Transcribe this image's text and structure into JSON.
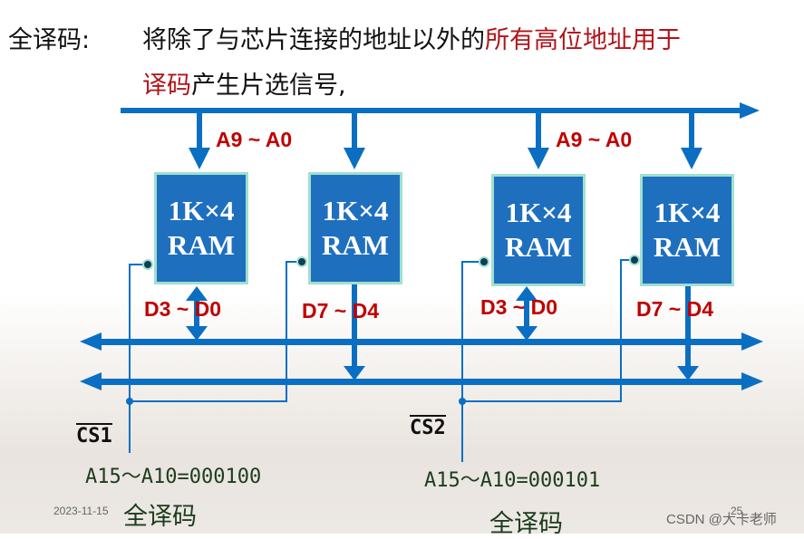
{
  "heading": {
    "label": "全译码:",
    "line1_normal": "将除了与芯片连接的地址以外的",
    "line1_highlight": "所有高位地址用于",
    "line2_highlight": "译码",
    "line2_normal": "产生片选信号,"
  },
  "address_bus_label_left": "A9 ~ A0",
  "address_bus_label_right": "A9 ~ A0",
  "chips": [
    {
      "line1": "1K×4",
      "line2": "RAM",
      "data_label": "D3 ~ D0"
    },
    {
      "line1": "1K×4",
      "line2": "RAM",
      "data_label": "D7 ~ D4"
    },
    {
      "line1": "1K×4",
      "line2": "RAM",
      "data_label": "D3 ~ D0"
    },
    {
      "line1": "1K×4",
      "line2": "RAM",
      "data_label": "D7 ~ D4"
    }
  ],
  "chip_selects": [
    {
      "label": "CS1",
      "address": "A15～A10=000100",
      "decode_label": "全译码"
    },
    {
      "label": "CS2",
      "address": "A15～A10=000101",
      "decode_label": "全译码"
    }
  ],
  "footer": {
    "date": "2023-11-15",
    "page": "25",
    "watermark": "CSDN @大卡老师"
  },
  "colors": {
    "bus": "#0a6fc2",
    "chip_fill": "#1f6fbf",
    "chip_border": "#9fe0cf",
    "highlight": "#b0141a",
    "address_text": "#1d3c1d"
  }
}
